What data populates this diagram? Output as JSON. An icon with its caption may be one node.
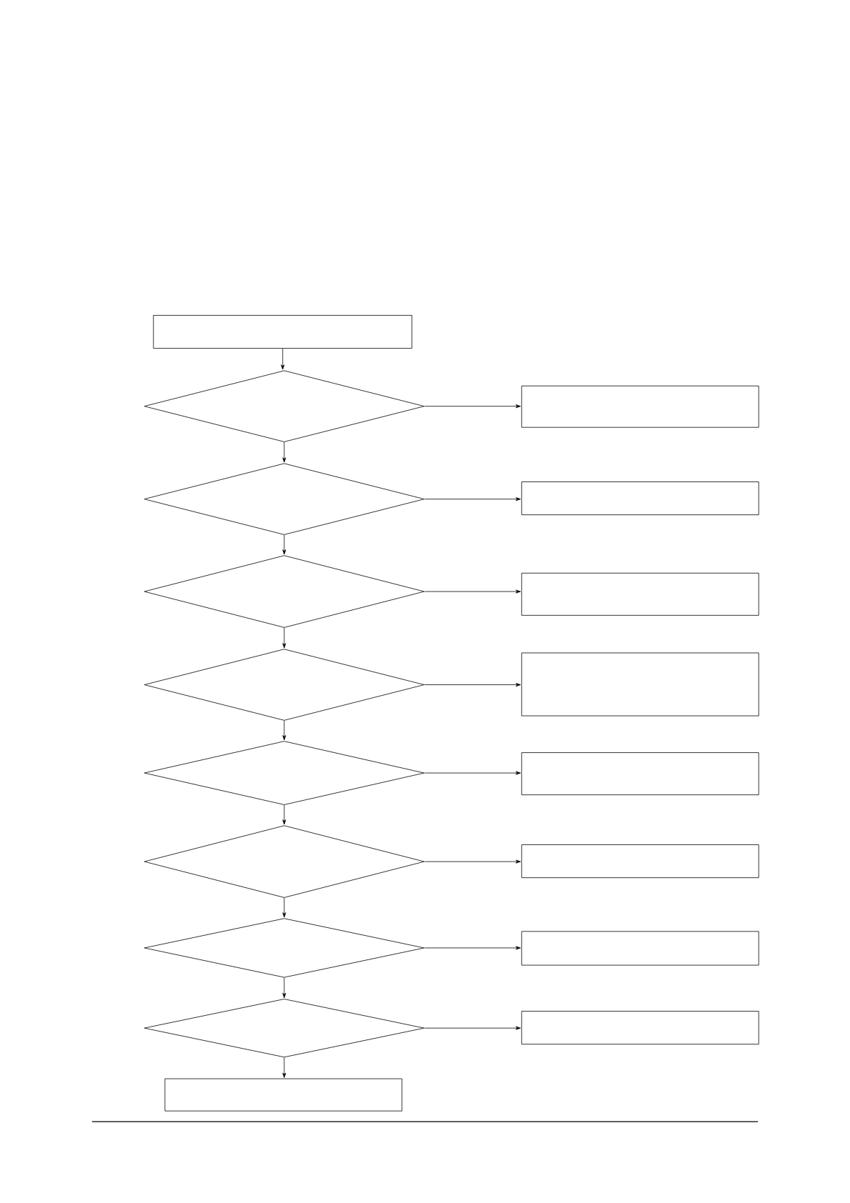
{
  "diagram": {
    "nodes": [
      {
        "text": [],
        "shape": "box"
      },
      {
        "text": [],
        "shape": "diamond"
      },
      {
        "text": [],
        "shape": "box"
      },
      {
        "text": [],
        "shape": "diamond"
      },
      {
        "text": [],
        "shape": "box"
      },
      {
        "text": [],
        "shape": "diamond"
      },
      {
        "text": [],
        "shape": "box"
      },
      {
        "text": [],
        "shape": "diamond"
      },
      {
        "text": [],
        "shape": "box"
      },
      {
        "text": [],
        "shape": "diamond"
      },
      {
        "text": [],
        "shape": "box"
      },
      {
        "text": [],
        "shape": "diamond"
      },
      {
        "text": [],
        "shape": "box"
      },
      {
        "text": [],
        "shape": "diamond"
      },
      {
        "text": [],
        "shape": "box"
      },
      {
        "text": [],
        "shape": "diamond"
      },
      {
        "text": [],
        "shape": "box"
      },
      {
        "text": [],
        "shape": "box"
      }
    ],
    "edges": [
      {
        "from": 0,
        "to": 1,
        "arrow": "to"
      },
      {
        "from": 1,
        "to": 2,
        "arrow": "to"
      },
      {
        "from": 1,
        "to": 3,
        "arrow": "to"
      },
      {
        "from": 3,
        "to": 4,
        "arrow": "to"
      },
      {
        "from": 3,
        "to": 5,
        "arrow": "to"
      },
      {
        "from": 5,
        "to": 6,
        "arrow": "to"
      },
      {
        "from": 5,
        "to": 7,
        "arrow": "to"
      },
      {
        "from": 7,
        "to": 8,
        "arrow": "to"
      },
      {
        "from": 7,
        "to": 9,
        "arrow": "to"
      },
      {
        "from": 9,
        "to": 10,
        "arrow": "to"
      },
      {
        "from": 9,
        "to": 11,
        "arrow": "to"
      },
      {
        "from": 11,
        "to": 12,
        "arrow": "to"
      },
      {
        "from": 11,
        "to": 13,
        "arrow": "to"
      },
      {
        "from": 13,
        "to": 14,
        "arrow": "to"
      },
      {
        "from": 13,
        "to": 15,
        "arrow": "to"
      },
      {
        "from": 15,
        "to": 16,
        "arrow": "to"
      },
      {
        "from": 15,
        "to": 17,
        "arrow": "to"
      }
    ]
  }
}
